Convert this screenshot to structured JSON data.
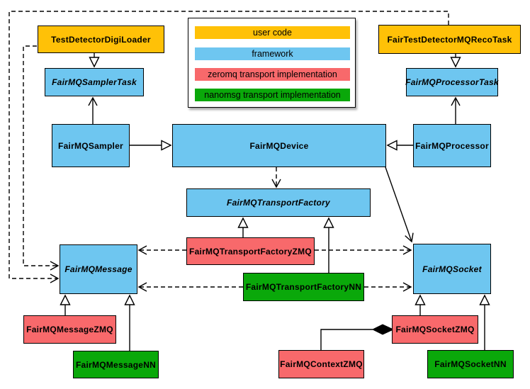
{
  "legend": {
    "items": [
      {
        "label": "user code",
        "color": "#FFC107"
      },
      {
        "label": "framework",
        "color": "#6EC6F0"
      },
      {
        "label": "zeromq transport implementation",
        "color": "#F8696B"
      },
      {
        "label": "nanomsg transport implementation",
        "color": "#0AA80A"
      }
    ]
  },
  "nodes": {
    "test_detector_digi_loader": {
      "label": "TestDetectorDigiLoader",
      "category": "user code",
      "abstract": false
    },
    "fair_test_detector_mq_reco_task": {
      "label": "FairTestDetectorMQRecoTask",
      "category": "user code",
      "abstract": false
    },
    "fair_mq_sampler_task": {
      "label": "FairMQSamplerTask",
      "category": "framework",
      "abstract": true
    },
    "fair_mq_processor_task": {
      "label": "FairMQProcessorTask",
      "category": "framework",
      "abstract": true
    },
    "fair_mq_sampler": {
      "label": "FairMQSampler",
      "category": "framework",
      "abstract": false
    },
    "fair_mq_device": {
      "label": "FairMQDevice",
      "category": "framework",
      "abstract": false
    },
    "fair_mq_processor": {
      "label": "FairMQProcessor",
      "category": "framework",
      "abstract": false
    },
    "fair_mq_transport_factory": {
      "label": "FairMQTransportFactory",
      "category": "framework",
      "abstract": true
    },
    "fair_mq_transport_factory_zmq": {
      "label": "FairMQTransportFactoryZMQ",
      "category": "zeromq transport implementation",
      "abstract": false
    },
    "fair_mq_transport_factory_nn": {
      "label": "FairMQTransportFactoryNN",
      "category": "nanomsg transport implementation",
      "abstract": false
    },
    "fair_mq_message": {
      "label": "FairMQMessage",
      "category": "framework",
      "abstract": true
    },
    "fair_mq_socket": {
      "label": "FairMQSocket",
      "category": "framework",
      "abstract": true
    },
    "fair_mq_message_zmq": {
      "label": "FairMQMessageZMQ",
      "category": "zeromq transport implementation",
      "abstract": false
    },
    "fair_mq_message_nn": {
      "label": "FairMQMessageNN",
      "category": "nanomsg transport implementation",
      "abstract": false
    },
    "fair_mq_socket_zmq": {
      "label": "FairMQSocketZMQ",
      "category": "zeromq transport implementation",
      "abstract": false
    },
    "fair_mq_socket_nn": {
      "label": "FairMQSocketNN",
      "category": "nanomsg transport implementation",
      "abstract": false
    },
    "fair_mq_context_zmq": {
      "label": "FairMQContextZMQ",
      "category": "zeromq transport implementation",
      "abstract": false
    }
  },
  "edges": [
    {
      "from": "test_detector_digi_loader",
      "to": "fair_mq_sampler_task",
      "type": "inheritance"
    },
    {
      "from": "fair_test_detector_mq_reco_task",
      "to": "fair_mq_processor_task",
      "type": "inheritance"
    },
    {
      "from": "fair_mq_sampler",
      "to": "fair_mq_sampler_task",
      "type": "association"
    },
    {
      "from": "fair_mq_processor",
      "to": "fair_mq_processor_task",
      "type": "association"
    },
    {
      "from": "fair_mq_sampler",
      "to": "fair_mq_device",
      "type": "inheritance"
    },
    {
      "from": "fair_mq_processor",
      "to": "fair_mq_device",
      "type": "inheritance"
    },
    {
      "from": "fair_mq_device",
      "to": "fair_mq_transport_factory",
      "type": "dependency"
    },
    {
      "from": "fair_mq_device",
      "to": "fair_mq_socket",
      "type": "association"
    },
    {
      "from": "test_detector_digi_loader",
      "to": "fair_mq_message",
      "type": "dependency"
    },
    {
      "from": "fair_test_detector_mq_reco_task",
      "to": "fair_mq_message",
      "type": "dependency"
    },
    {
      "from": "fair_mq_transport_factory_zmq",
      "to": "fair_mq_message",
      "type": "dependency"
    },
    {
      "from": "fair_mq_transport_factory_zmq",
      "to": "fair_mq_socket",
      "type": "dependency"
    },
    {
      "from": "fair_mq_transport_factory_nn",
      "to": "fair_mq_message",
      "type": "dependency"
    },
    {
      "from": "fair_mq_transport_factory_nn",
      "to": "fair_mq_socket",
      "type": "dependency"
    },
    {
      "from": "fair_mq_transport_factory_zmq",
      "to": "fair_mq_transport_factory",
      "type": "inheritance"
    },
    {
      "from": "fair_mq_transport_factory_nn",
      "to": "fair_mq_transport_factory",
      "type": "inheritance"
    },
    {
      "from": "fair_mq_message_zmq",
      "to": "fair_mq_message",
      "type": "inheritance"
    },
    {
      "from": "fair_mq_message_nn",
      "to": "fair_mq_message",
      "type": "inheritance"
    },
    {
      "from": "fair_mq_socket_zmq",
      "to": "fair_mq_socket",
      "type": "inheritance"
    },
    {
      "from": "fair_mq_socket_nn",
      "to": "fair_mq_socket",
      "type": "inheritance"
    },
    {
      "from": "fair_mq_socket_zmq",
      "to": "fair_mq_context_zmq",
      "type": "aggregation"
    }
  ]
}
